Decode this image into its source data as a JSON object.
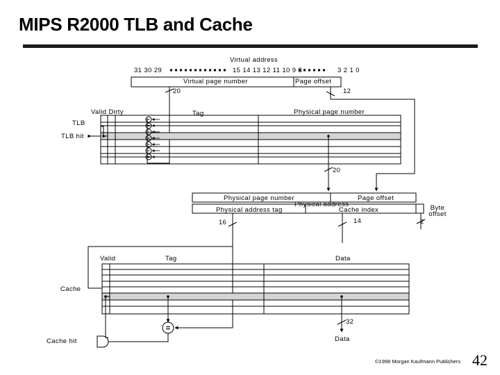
{
  "slide": {
    "title": "MIPS R2000 TLB and Cache",
    "page_number": "42",
    "copyright": "©1998 Morgan Kaufmann Publishers"
  },
  "virtual_address": {
    "label": "Virtual address",
    "bits_high": "31 30 29",
    "bits_mid": "15 14 13 12 11 10 9 8",
    "bits_low": "3 2 1 0",
    "vpn_label": "Virtual page number",
    "offset_label": "Page offset",
    "vpn_width": "20",
    "offset_width": "12"
  },
  "tlb": {
    "label": "TLB",
    "hit_label": "TLB hit",
    "valid_dirty_label": "Valid Dirty",
    "tag_label": "Tag",
    "ppn_label": "Physical page number",
    "out_width": "20"
  },
  "physical_address": {
    "label": "Physical address",
    "ppn_label": "Physical page number",
    "offset_label": "Page offset",
    "tag_label": "Physical address tag",
    "index_label": "Cache index",
    "byte_offset_label": "Byte offset",
    "tag_width": "16",
    "index_width": "14",
    "byte_offset_width": "2"
  },
  "cache": {
    "label": "Cache",
    "hit_label": "Cache hit",
    "valid_label": "Valid",
    "tag_label": "Tag",
    "data_label": "Data",
    "data_out_label": "Data",
    "data_width": "32",
    "comparator_symbol": "="
  }
}
